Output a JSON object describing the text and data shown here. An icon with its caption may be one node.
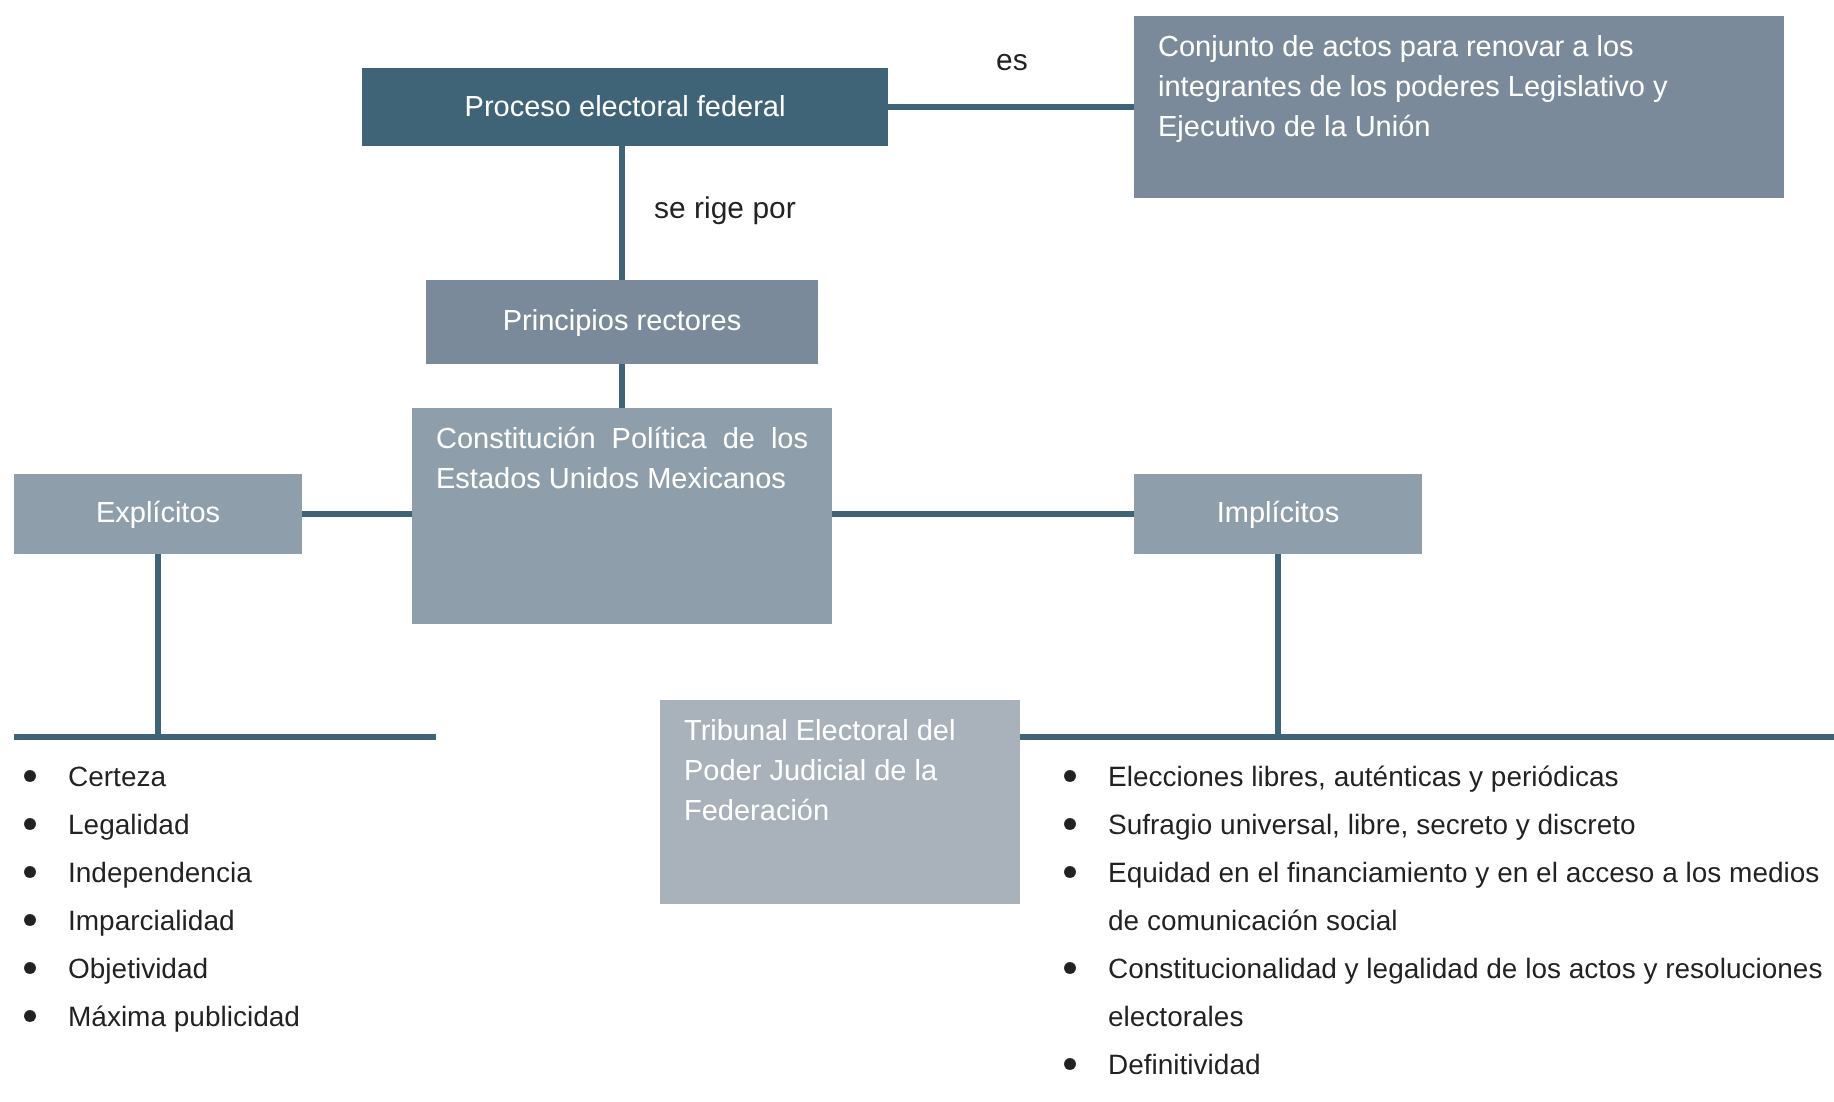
{
  "diagram": {
    "nodes": [
      {
        "text": [
          "Proceso electoral federal"
        ]
      },
      {
        "text": [
          "Conjunto de actos para renovar a los integrantes de los poderes Legislativo y Ejecutivo de la Unión"
        ]
      },
      {
        "text": [
          "Principios rectores"
        ]
      },
      {
        "text": [
          "Constitución Política de los Estados Unidos Mexicanos"
        ]
      },
      {
        "text": [
          "Explícitos"
        ]
      },
      {
        "text": [
          "Implícitos"
        ]
      },
      {
        "text": [
          "Tribunal Electoral del Poder Judicial de la Federación"
        ]
      },
      {
        "text": [
          "Certeza",
          "Legalidad",
          "Independencia",
          "Imparcialidad",
          "Objetividad",
          "Máxima publicidad"
        ]
      },
      {
        "text": [
          "Elecciones libres, auténticas y periódicas",
          "Sufragio universal, libre, secreto y discreto",
          "Equidad en el financiamiento y en el acceso a los medios de comunicación social",
          "Constitucionalidad y legalidad de los actos y resoluciones electorales",
          "Definitividad"
        ]
      }
    ],
    "edges": [
      {
        "from": 0,
        "to": 1,
        "arrow": "none",
        "label": "es"
      },
      {
        "from": 0,
        "to": 2,
        "arrow": "none",
        "label": "se rige por"
      },
      {
        "from": 2,
        "to": 3,
        "arrow": "none"
      },
      {
        "from": 3,
        "to": 4,
        "arrow": "none"
      },
      {
        "from": 3,
        "to": 5,
        "arrow": "none"
      },
      {
        "from": 4,
        "to": 7,
        "arrow": "none"
      },
      {
        "from": 5,
        "to": 8,
        "arrow": "none"
      }
    ]
  }
}
